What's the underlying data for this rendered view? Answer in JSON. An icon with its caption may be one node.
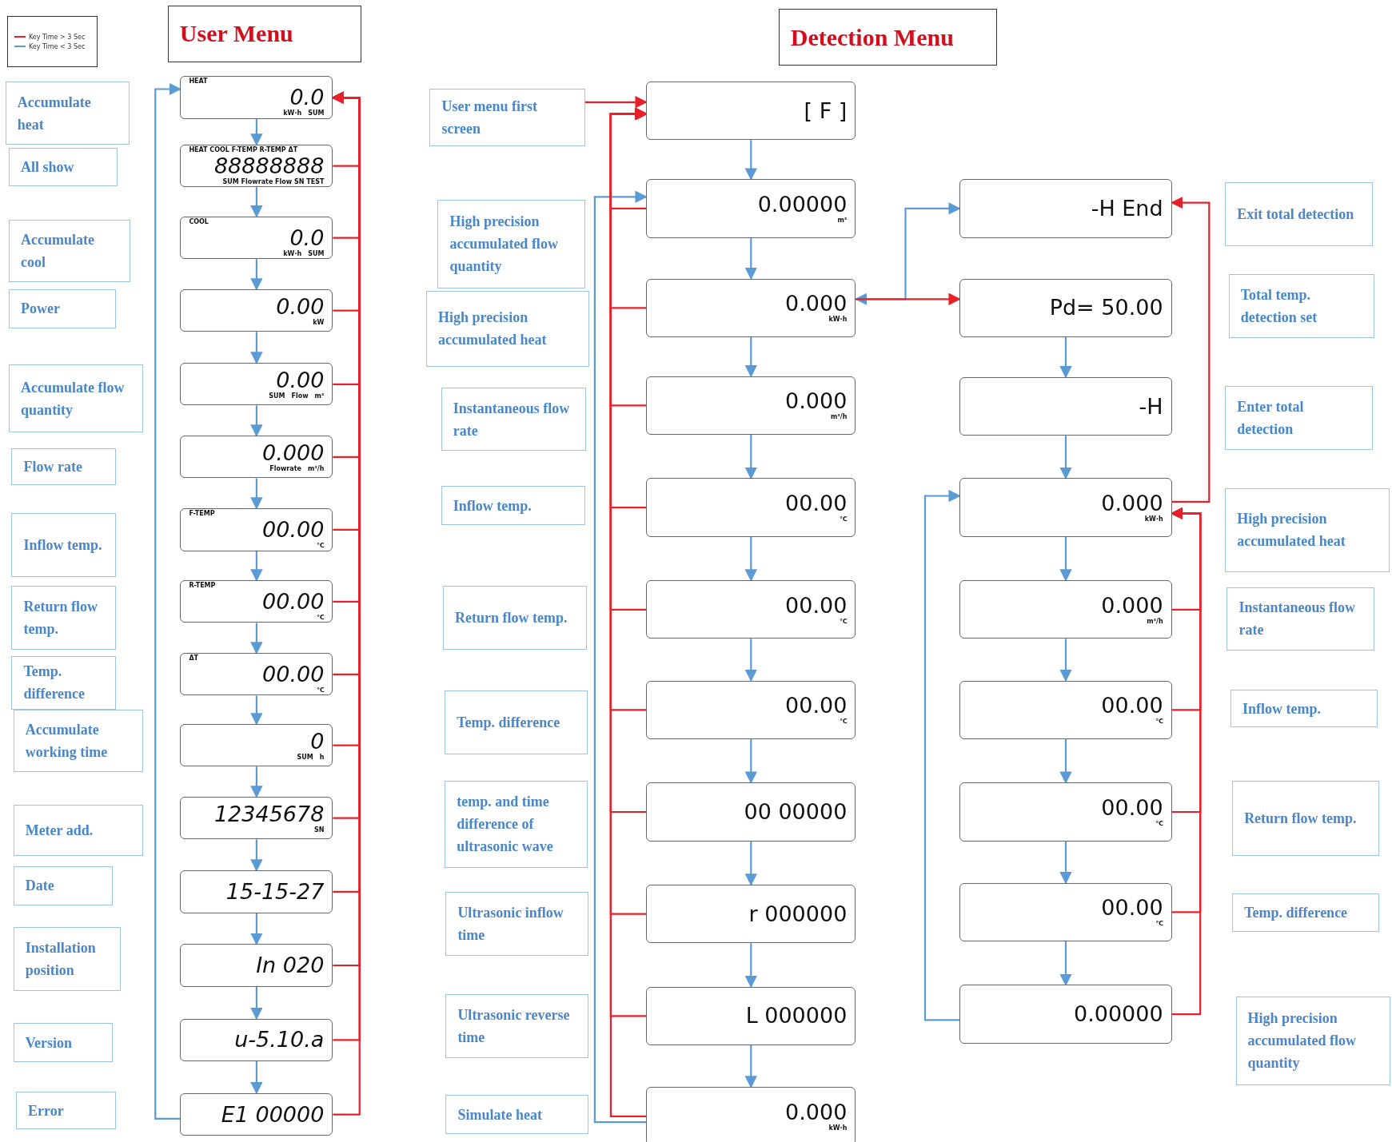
{
  "diagram": {
    "nodes": [
      {
        "text": [
          "User Menu"
        ]
      },
      {
        "text": [
          "Detection Menu"
        ]
      },
      {
        "text": [
          "Accumulate heat"
        ]
      },
      {
        "text": [
          "HEAT",
          "0.0",
          "kW·h",
          "SUM"
        ]
      },
      {
        "text": [
          "All show"
        ]
      },
      {
        "text": [
          "HEAT COOL F-TEMP R-TEMP ΔT",
          "88888888",
          "SUM Flowrate Flow SN TEST"
        ]
      },
      {
        "text": [
          "Accumulate cool"
        ]
      },
      {
        "text": [
          "COOL",
          "0.0",
          "kW·h",
          "SUM"
        ]
      },
      {
        "text": [
          "Power"
        ]
      },
      {
        "text": [
          "0.00",
          "kW"
        ]
      },
      {
        "text": [
          "Accumulate flow quantity"
        ]
      },
      {
        "text": [
          "0.00",
          "SUM",
          "Flow",
          "m³"
        ]
      },
      {
        "text": [
          "Flow rate"
        ]
      },
      {
        "text": [
          "0.000",
          "Flowrate",
          "m³/h"
        ]
      },
      {
        "text": [
          "Inflow temp."
        ]
      },
      {
        "text": [
          "F-TEMP",
          "00.00",
          "℃"
        ]
      },
      {
        "text": [
          "Return flow temp."
        ]
      },
      {
        "text": [
          "R-TEMP",
          "00.00",
          "℃"
        ]
      },
      {
        "text": [
          "Temp. difference"
        ]
      },
      {
        "text": [
          "ΔT",
          "00.00",
          "℃"
        ]
      },
      {
        "text": [
          "Accumulate working time"
        ]
      },
      {
        "text": [
          "0",
          "SUM",
          "h"
        ]
      },
      {
        "text": [
          "Meter add."
        ]
      },
      {
        "text": [
          "12345678",
          "SN"
        ]
      },
      {
        "text": [
          "Date"
        ]
      },
      {
        "text": [
          "15-15-27"
        ]
      },
      {
        "text": [
          "Installation position"
        ]
      },
      {
        "text": [
          "In 020"
        ]
      },
      {
        "text": [
          "Version"
        ]
      },
      {
        "text": [
          "u-5.10.a"
        ]
      },
      {
        "text": [
          "Error"
        ]
      },
      {
        "text": [
          "E1 00000"
        ]
      },
      {
        "text": [
          "User menu first screen"
        ]
      },
      {
        "text": [
          "[ F ]"
        ]
      },
      {
        "text": [
          "High precision accumulated flow quantity"
        ]
      },
      {
        "text": [
          "0.00000",
          "m³"
        ]
      },
      {
        "text": [
          "High precision accumulated heat"
        ]
      },
      {
        "text": [
          "0.000",
          "kW·h"
        ]
      },
      {
        "text": [
          "Instantaneous flow rate"
        ]
      },
      {
        "text": [
          "0.000",
          "m³/h"
        ]
      },
      {
        "text": [
          "Inflow temp."
        ]
      },
      {
        "text": [
          "00.00",
          "℃"
        ]
      },
      {
        "text": [
          "Return flow temp."
        ]
      },
      {
        "text": [
          "00.00",
          "℃"
        ]
      },
      {
        "text": [
          "Temp. difference"
        ]
      },
      {
        "text": [
          "00.00",
          "℃"
        ]
      },
      {
        "text": [
          "temp. and time difference of ultrasonic wave"
        ]
      },
      {
        "text": [
          "00 00000"
        ]
      },
      {
        "text": [
          "Ultrasonic inflow time"
        ]
      },
      {
        "text": [
          "r 000000"
        ]
      },
      {
        "text": [
          "Ultrasonic reverse time"
        ]
      },
      {
        "text": [
          "L 000000"
        ]
      },
      {
        "text": [
          "Simulate heat"
        ]
      },
      {
        "text": [
          "0.000",
          "kW·h"
        ]
      },
      {
        "text": [
          "-H End"
        ]
      },
      {
        "text": [
          "Exit total detection"
        ]
      },
      {
        "text": [
          "Pd= 50.00"
        ]
      },
      {
        "text": [
          "Total temp. detection set"
        ]
      },
      {
        "text": [
          "-H"
        ]
      },
      {
        "text": [
          "Enter total detection"
        ]
      },
      {
        "text": [
          "0.000",
          "kW·h"
        ]
      },
      {
        "text": [
          "High precision accumulated heat"
        ]
      },
      {
        "text": [
          "0.000",
          "m³/h"
        ]
      },
      {
        "text": [
          "Instantaneous flow rate"
        ]
      },
      {
        "text": [
          "00.00",
          "℃"
        ]
      },
      {
        "text": [
          "Inflow temp."
        ]
      },
      {
        "text": [
          "00.00",
          "℃"
        ]
      },
      {
        "text": [
          "Return flow temp."
        ]
      },
      {
        "text": [
          "00.00",
          "℃"
        ]
      },
      {
        "text": [
          "Temp. difference"
        ]
      },
      {
        "text": [
          "0.00000"
        ]
      },
      {
        "text": [
          "High precision accumulated flow quantity"
        ]
      }
    ],
    "edges": [
      {
        "from": 3,
        "to": 5,
        "arrow": "to"
      },
      {
        "from": 5,
        "to": 7,
        "arrow": "to"
      },
      {
        "from": 7,
        "to": 9,
        "arrow": "to"
      },
      {
        "from": 9,
        "to": 11,
        "arrow": "to"
      },
      {
        "from": 11,
        "to": 13,
        "arrow": "to"
      },
      {
        "from": 13,
        "to": 15,
        "arrow": "to"
      },
      {
        "from": 15,
        "to": 17,
        "arrow": "to"
      },
      {
        "from": 17,
        "to": 19,
        "arrow": "to"
      },
      {
        "from": 19,
        "to": 21,
        "arrow": "to"
      },
      {
        "from": 21,
        "to": 23,
        "arrow": "to"
      },
      {
        "from": 23,
        "to": 25,
        "arrow": "to"
      },
      {
        "from": 25,
        "to": 27,
        "arrow": "to"
      },
      {
        "from": 27,
        "to": 29,
        "arrow": "to"
      },
      {
        "from": 29,
        "to": 31,
        "arrow": "to"
      },
      {
        "from": 31,
        "to": 3,
        "arrow": "to"
      },
      {
        "from": 5,
        "to": 3,
        "arrow": "to",
        "color": "#e8202a"
      },
      {
        "from": 7,
        "to": 3,
        "arrow": "to",
        "color": "#e8202a"
      },
      {
        "from": 9,
        "to": 3,
        "arrow": "to",
        "color": "#e8202a"
      },
      {
        "from": 11,
        "to": 3,
        "arrow": "to",
        "color": "#e8202a"
      },
      {
        "from": 13,
        "to": 3,
        "arrow": "to",
        "color": "#e8202a"
      },
      {
        "from": 15,
        "to": 3,
        "arrow": "to",
        "color": "#e8202a"
      },
      {
        "from": 17,
        "to": 3,
        "arrow": "to",
        "color": "#e8202a"
      },
      {
        "from": 19,
        "to": 3,
        "arrow": "to",
        "color": "#e8202a"
      },
      {
        "from": 21,
        "to": 3,
        "arrow": "to",
        "color": "#e8202a"
      },
      {
        "from": 23,
        "to": 3,
        "arrow": "to",
        "color": "#e8202a"
      },
      {
        "from": 25,
        "to": 3,
        "arrow": "to",
        "color": "#e8202a"
      },
      {
        "from": 27,
        "to": 3,
        "arrow": "to",
        "color": "#e8202a"
      },
      {
        "from": 29,
        "to": 3,
        "arrow": "to",
        "color": "#e8202a"
      },
      {
        "from": 31,
        "to": 3,
        "arrow": "to",
        "color": "#e8202a"
      },
      {
        "from": 32,
        "to": 33,
        "arrow": "to",
        "color": "#e8202a"
      },
      {
        "from": 33,
        "to": 35,
        "arrow": "to"
      },
      {
        "from": 35,
        "to": 37,
        "arrow": "to"
      },
      {
        "from": 37,
        "to": 39,
        "arrow": "to"
      },
      {
        "from": 39,
        "to": 41,
        "arrow": "to"
      },
      {
        "from": 41,
        "to": 43,
        "arrow": "to"
      },
      {
        "from": 43,
        "to": 45,
        "arrow": "to"
      },
      {
        "from": 45,
        "to": 47,
        "arrow": "to"
      },
      {
        "from": 47,
        "to": 49,
        "arrow": "to"
      },
      {
        "from": 49,
        "to": 51,
        "arrow": "to"
      },
      {
        "from": 51,
        "to": 53,
        "arrow": "to"
      },
      {
        "from": 53,
        "to": 35,
        "arrow": "to"
      },
      {
        "from": 35,
        "to": 33,
        "arrow": "to",
        "color": "#e8202a"
      },
      {
        "from": 37,
        "to": 33,
        "arrow": "to",
        "color": "#e8202a"
      },
      {
        "from": 39,
        "to": 33,
        "arrow": "to",
        "color": "#e8202a"
      },
      {
        "from": 41,
        "to": 33,
        "arrow": "to",
        "color": "#e8202a"
      },
      {
        "from": 43,
        "to": 33,
        "arrow": "to",
        "color": "#e8202a"
      },
      {
        "from": 45,
        "to": 33,
        "arrow": "to",
        "color": "#e8202a"
      },
      {
        "from": 47,
        "to": 33,
        "arrow": "to",
        "color": "#e8202a"
      },
      {
        "from": 49,
        "to": 33,
        "arrow": "to",
        "color": "#e8202a"
      },
      {
        "from": 51,
        "to": 33,
        "arrow": "to",
        "color": "#e8202a"
      },
      {
        "from": 53,
        "to": 33,
        "arrow": "to",
        "color": "#e8202a"
      },
      {
        "from": 37,
        "to": 54,
        "arrow": "both"
      },
      {
        "from": 37,
        "to": 56,
        "arrow": "to",
        "color": "#e8202a"
      },
      {
        "from": 56,
        "to": 58,
        "arrow": "to"
      },
      {
        "from": 58,
        "to": 60,
        "arrow": "to"
      },
      {
        "from": 60,
        "to": 62,
        "arrow": "to"
      },
      {
        "from": 62,
        "to": 64,
        "arrow": "to"
      },
      {
        "from": 64,
        "to": 66,
        "arrow": "to"
      },
      {
        "from": 66,
        "to": 68,
        "arrow": "to"
      },
      {
        "from": 68,
        "to": 70,
        "arrow": "to"
      },
      {
        "from": 70,
        "to": 60,
        "arrow": "to"
      },
      {
        "from": 60,
        "to": 54,
        "arrow": "to",
        "color": "#e8202a"
      },
      {
        "from": 62,
        "to": 60,
        "arrow": "to",
        "color": "#e8202a"
      },
      {
        "from": 64,
        "to": 60,
        "arrow": "to",
        "color": "#e8202a"
      },
      {
        "from": 66,
        "to": 60,
        "arrow": "to",
        "color": "#e8202a"
      },
      {
        "from": 68,
        "to": 60,
        "arrow": "to",
        "color": "#e8202a"
      },
      {
        "from": 70,
        "to": 60,
        "arrow": "to",
        "color": "#e8202a"
      }
    ],
    "legend": [
      {
        "text": "Key Time > 3 Sec"
      },
      {
        "text": "Key Time < 3 Sec"
      }
    ]
  }
}
